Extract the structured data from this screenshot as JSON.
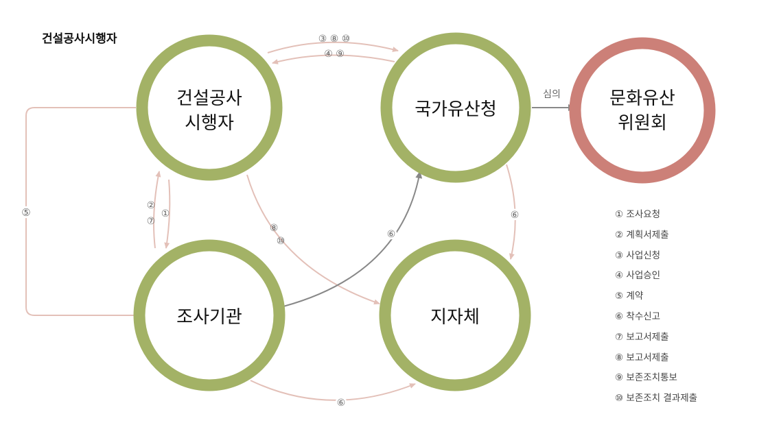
{
  "title": "건설공사시행자",
  "nodes": {
    "builder": [
      "건설공사",
      "시행자"
    ],
    "agency": [
      "국가유산청"
    ],
    "committee": [
      "문화유산",
      "위원회"
    ],
    "institute": [
      "조사기관"
    ],
    "local": [
      "지자체"
    ]
  },
  "edges": {
    "builder_to_agency": "③ ⑧ ⑩",
    "agency_to_builder": "④ ⑨",
    "agency_to_committee": "심의",
    "loop_contract": "⑤",
    "builder_to_institute": "①",
    "institute_to_builder": [
      "②",
      "⑦"
    ],
    "builder_to_local": [
      "⑧",
      "⑩"
    ],
    "institute_to_agency": "⑥",
    "agency_to_local": "⑥",
    "institute_to_local": "⑥"
  },
  "legend": [
    "① 조사요청",
    "② 계획서제출",
    "③ 사업신청",
    "④ 사업승인",
    "⑤ 계약",
    "⑥ 착수신고",
    "⑦ 보고서제출",
    "⑧ 보고서제출",
    "⑨ 보존조치통보",
    "⑩ 보존조치 결과제출"
  ],
  "colors": {
    "ring_green": "#a3b266",
    "ring_red": "#cc8078",
    "arrow_pink": "#e3c0b8",
    "arrow_gray": "#888888"
  }
}
